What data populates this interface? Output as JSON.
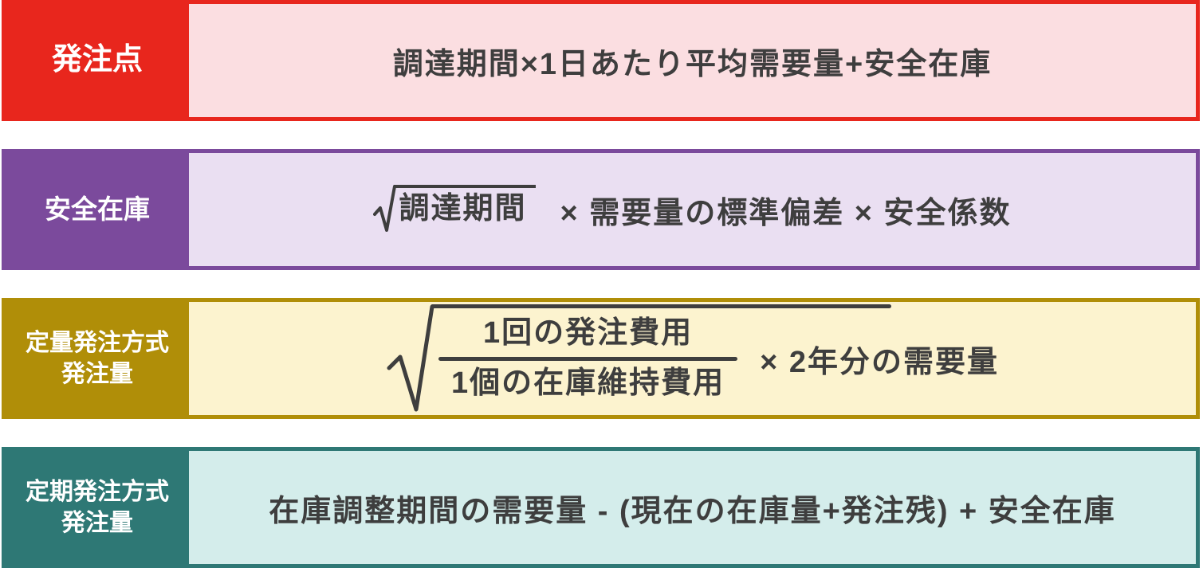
{
  "text_color": "#3E3E3E",
  "rows": [
    {
      "id": "order-point",
      "label_lines": [
        "発注点"
      ],
      "formula": "調達期間×1日あたり平均需要量+安全在庫",
      "colors": {
        "accent": "#E8261D",
        "panel": "#FBDEE1"
      }
    },
    {
      "id": "safety-stock",
      "label_lines": [
        "安全在庫"
      ],
      "sqrt_radicand": "調達期間",
      "rest": "× 需要量の標準偏差 × 安全係数",
      "colors": {
        "accent": "#7B4A9C",
        "panel": "#EADFF2"
      }
    },
    {
      "id": "fixed-quantity-order",
      "label_lines": [
        "定量発注方式",
        "発注量"
      ],
      "fraction": {
        "numerator": "1回の発注費用",
        "denominator": "1個の在庫維持費用"
      },
      "multiplier": "× 2年分の需要量",
      "colors": {
        "accent": "#B08E08",
        "panel": "#FCF3CF"
      }
    },
    {
      "id": "periodic-order",
      "label_lines": [
        "定期発注方式",
        "発注量"
      ],
      "formula": "在庫調整期間の需要量 - (現在の在庫量+発注残) + 安全在庫",
      "colors": {
        "accent": "#2E7875",
        "panel": "#D4EDEB"
      }
    }
  ]
}
